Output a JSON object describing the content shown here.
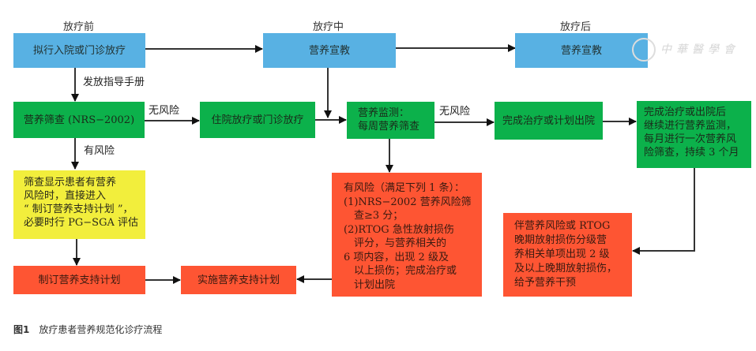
{
  "phases": {
    "before": "放疗前",
    "during": "放疗中",
    "after": "放疗后"
  },
  "boxes": {
    "planned_treatment": "拟行入院或门诊放疗",
    "education_during": "营养宣教",
    "education_after": "营养宣教",
    "screening": "营养筛查 (NRS−2002)",
    "inpatient_treatment": "住院放疗或门诊放疗",
    "monitoring": [
      "营养监测：",
      "每周营养筛查"
    ],
    "complete_treatment": "完成治疗或计划出院",
    "followup": [
      "完成治疗或出院后",
      "继续进行营养监测，",
      "每月进行一次营养风",
      "险筛查，持续 3 个月"
    ],
    "risk_direct": [
      "筛查显示患者有营养",
      "风险时，直接进入",
      "“ 制订营养支持计划 ”，",
      "必要时行 PG−SGA 评估"
    ],
    "risk_criteria": [
      "有风险（满足下列 1 条）：",
      "(1)NRS−2002 营养风险筛",
      "　查≥3 分；",
      "(2)RTOG 急性放射损伤",
      "　评分，与营养相关的",
      "6 项内容，出现 2 级及",
      "　以上损伤；完成治疗或",
      "　计划出院"
    ],
    "make_plan": "制订营养支持计划",
    "implement_plan": "实施营养支持计划",
    "late_injury": [
      "伴营养风险或 RTOG",
      "晚期放射损伤分级营",
      "养相关单项出现 2 级",
      "及以上晚期放射损伤，",
      "给予营养干预"
    ]
  },
  "edge_labels": {
    "handbook": "发放指导手册",
    "no_risk_1": "无风险",
    "has_risk": "有风险",
    "no_risk_2": "无风险"
  },
  "watermark": "中華醫學會",
  "caption": {
    "figure": "图1",
    "title": "放疗患者营养规范化诊疗流程"
  },
  "colors": {
    "blue": "#58b1e3",
    "green": "#0cb14b",
    "yellow": "#f2ee3c",
    "red": "#fe5533"
  }
}
